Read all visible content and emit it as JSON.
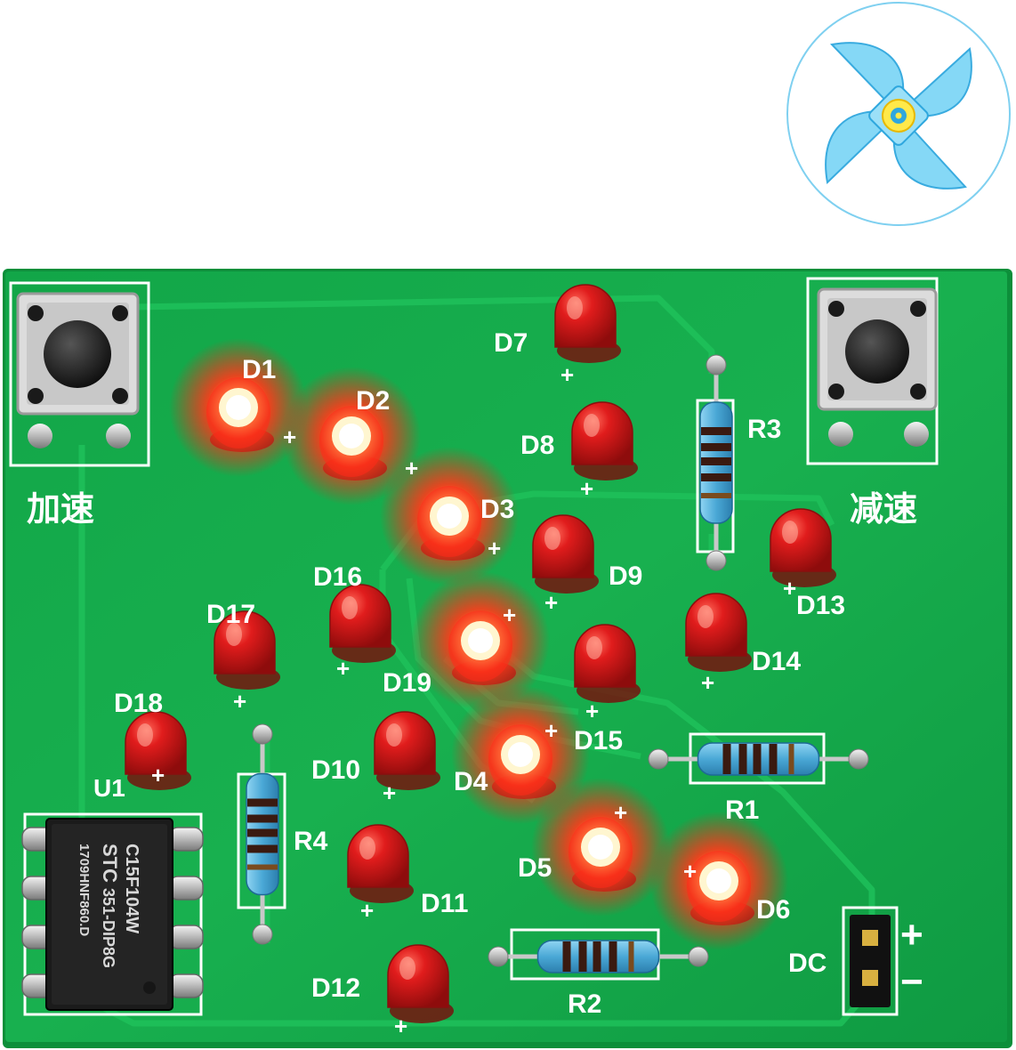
{
  "logo": {
    "icon": "pinwheel-icon"
  },
  "buttons": {
    "left_label": "加速",
    "right_label": "减速"
  },
  "chip": {
    "ref": "U1",
    "line1": "C15F104W",
    "line2": "STC",
    "line3": "351-DIP8G",
    "line4": "1709HNF860.D"
  },
  "leds": [
    {
      "ref": "D1",
      "lit": true
    },
    {
      "ref": "D2",
      "lit": true
    },
    {
      "ref": "D3",
      "lit": true
    },
    {
      "ref": "D4",
      "lit": true
    },
    {
      "ref": "D5",
      "lit": true
    },
    {
      "ref": "D6",
      "lit": true
    },
    {
      "ref": "D7",
      "lit": false
    },
    {
      "ref": "D8",
      "lit": false
    },
    {
      "ref": "D9",
      "lit": false
    },
    {
      "ref": "D10",
      "lit": false
    },
    {
      "ref": "D11",
      "lit": false
    },
    {
      "ref": "D12",
      "lit": false
    },
    {
      "ref": "D13",
      "lit": false
    },
    {
      "ref": "D14",
      "lit": false
    },
    {
      "ref": "D15",
      "lit": false
    },
    {
      "ref": "D16",
      "lit": false
    },
    {
      "ref": "D17",
      "lit": false
    },
    {
      "ref": "D18",
      "lit": false
    },
    {
      "ref": "D19",
      "lit": true
    }
  ],
  "resistors": [
    {
      "ref": "R1"
    },
    {
      "ref": "R2"
    },
    {
      "ref": "R3"
    },
    {
      "ref": "R4"
    }
  ],
  "power": {
    "label": "DC",
    "plus": "+",
    "minus": "−"
  },
  "colors": {
    "board": "#15a94a",
    "led_red": "#d81a1a",
    "led_glow": "#ff2a1a",
    "resistor_body": "#4aa8d6",
    "silkscreen": "#ffffff"
  }
}
